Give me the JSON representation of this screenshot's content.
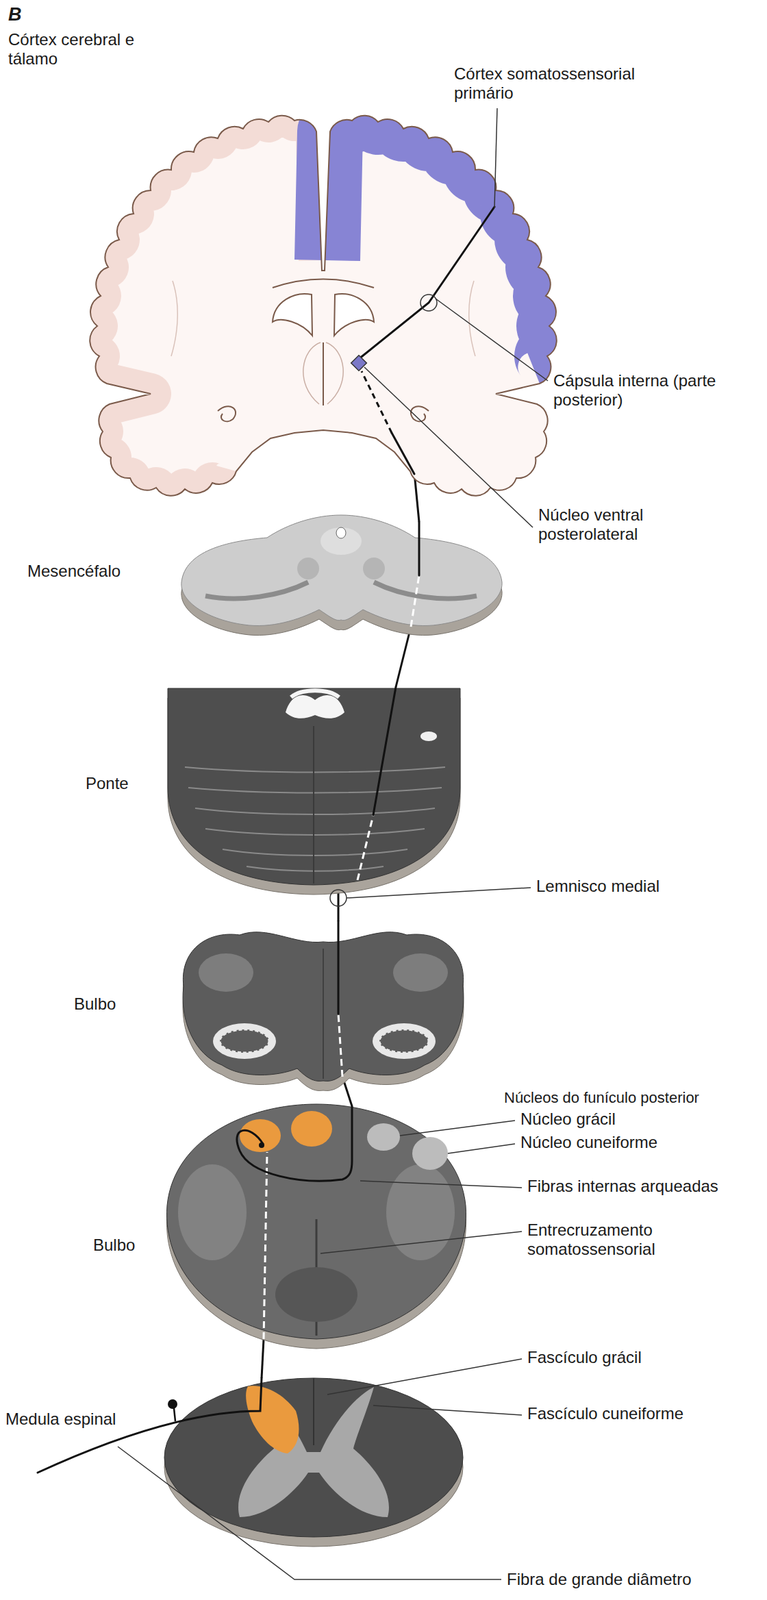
{
  "diagram": {
    "labels": [
      "B",
      "Córtex cerebral e tálamo",
      "Córtex somatossensorial primário",
      "Cápsula interna (parte posterior)",
      "Núcleo ventral posterolateral",
      "Mesencéfalo",
      "Ponte",
      "Lemnisco medial",
      "Bulbo",
      "Núcleos do funículo posterior",
      "Núcleo grácil",
      "Núcleo cuneiforme",
      "Fibras internas arqueadas",
      "Bulbo",
      "Entrecruzamento somatossensorial",
      "Fascículo grácil",
      "Fascículo cuneiforme",
      "Medula espinal",
      "Fibra de grande diâmetro"
    ]
  }
}
